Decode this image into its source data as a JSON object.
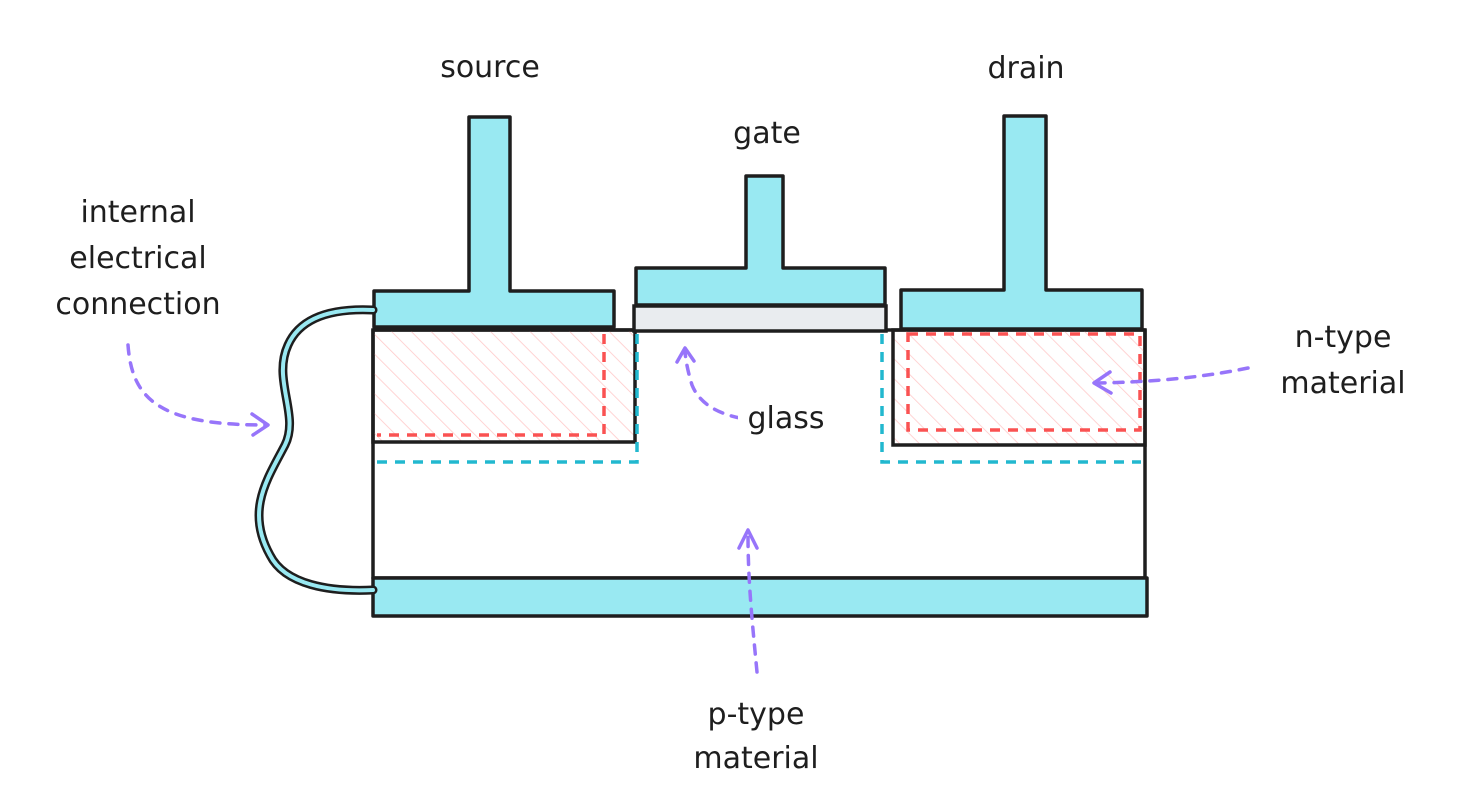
{
  "labels": {
    "source": "source",
    "gate": "gate",
    "drain": "drain",
    "internal_line1": "internal",
    "internal_line2": "electrical",
    "internal_line3": "connection",
    "n_type_line1": "n-type",
    "n_type_line2": "material",
    "glass": "glass",
    "p_type_line1": "p-type",
    "p_type_line2": "material"
  },
  "colors": {
    "metal_fill": "#99e9f2",
    "outline": "#1e1e1e",
    "p_type_hatch": "#a5d8ff",
    "n_type_hatch": "#ffc9c9",
    "n_region_dash": "#fa5252",
    "channel_dash": "#22b8cf",
    "glass_fill": "#e9ecef",
    "arrow": "#9775fa"
  }
}
